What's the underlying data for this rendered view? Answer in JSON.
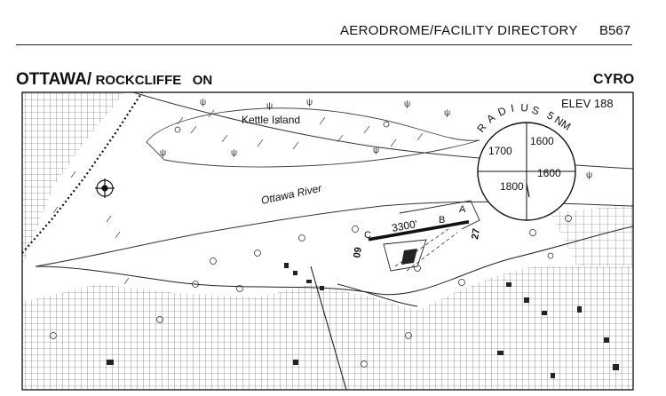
{
  "header": {
    "section": "AERODROME/FACILITY DIRECTORY",
    "page": "B567"
  },
  "title": {
    "city": "OTTAWA",
    "separator": "/",
    "aerodrome": "ROCKCLIFFE",
    "province": "ON",
    "identifier": "CYRO"
  },
  "map": {
    "elevation": "ELEV 188",
    "radius_label": [
      "R",
      "A",
      "D",
      "I",
      "U",
      "S"
    ],
    "radius_value": "5 NM",
    "sectors": {
      "nw": "1700",
      "ne": "1600",
      "sw": "1800",
      "se": "1600"
    },
    "kettle_island": "Kettle Island",
    "river": "Ottawa River",
    "runway_length": "3300'",
    "runway_end_west": "09",
    "runway_end_east": "27",
    "taxiways": {
      "a": "A",
      "b": "B",
      "c": "C"
    }
  }
}
